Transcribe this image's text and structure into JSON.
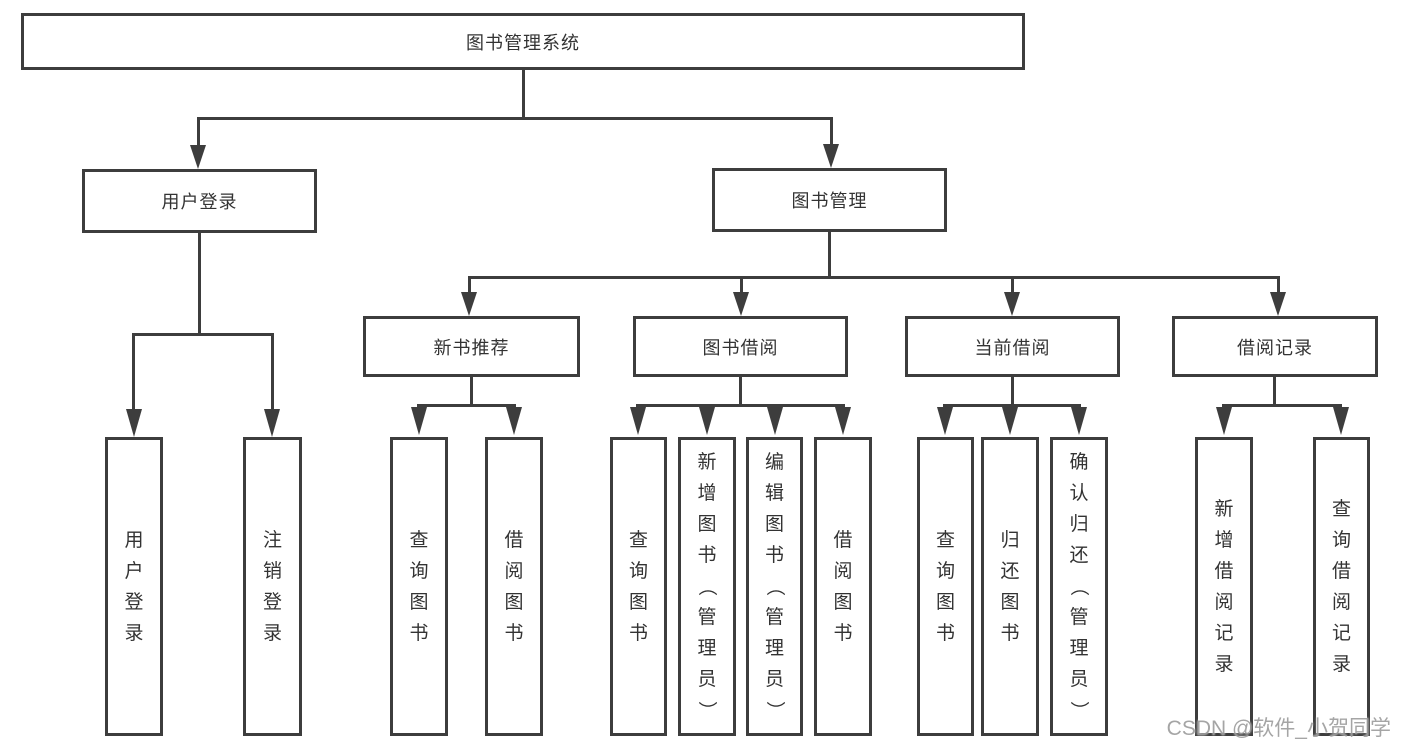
{
  "diagram": {
    "root": {
      "label": "图书管理系统"
    },
    "level2": [
      {
        "label": "用户登录"
      },
      {
        "label": "图书管理"
      }
    ],
    "level3": [
      {
        "label": "新书推荐"
      },
      {
        "label": "图书借阅"
      },
      {
        "label": "当前借阅"
      },
      {
        "label": "借阅记录"
      }
    ],
    "leaves": {
      "user_login": [
        {
          "label": "用户登录"
        },
        {
          "label": "注销登录"
        }
      ],
      "new_book": [
        {
          "label": "查询图书"
        },
        {
          "label": "借阅图书"
        }
      ],
      "book_borrow": [
        {
          "label": "查询图书"
        },
        {
          "label": "新增图书（管理员）"
        },
        {
          "label": "编辑图书（管理员）"
        },
        {
          "label": "借阅图书"
        }
      ],
      "current_borrow": [
        {
          "label": "查询图书"
        },
        {
          "label": "归还图书"
        },
        {
          "label": "确认归还（管理员）"
        }
      ],
      "borrow_record": [
        {
          "label": "新增借阅记录"
        },
        {
          "label": "查询借阅记录"
        }
      ]
    }
  },
  "watermark": {
    "text": "CSDN @软件_小贺同学"
  },
  "colors": {
    "line": "#3d3d3d",
    "text": "#333333",
    "box_background": "#ffffff",
    "watermark": "#9e9e9e",
    "background": "#ffffff"
  }
}
